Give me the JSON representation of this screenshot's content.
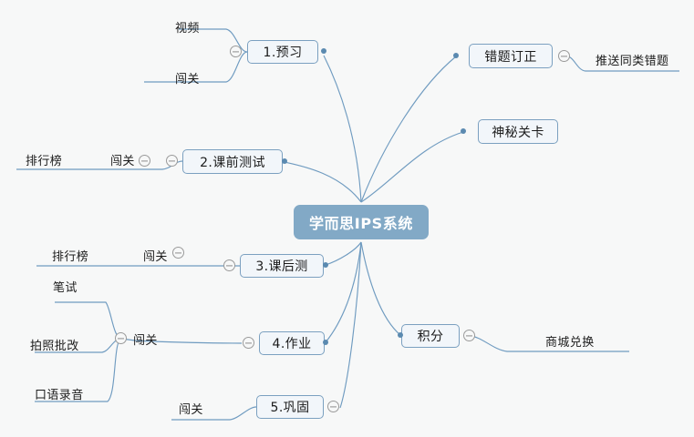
{
  "diagram": {
    "type": "mind-map",
    "background_color": "#f7f8f8",
    "root_fill": "#82a9c6",
    "node_fill": "#f2f6fa",
    "node_border": "#7ba0c0",
    "edge_color": "#6f9bc0",
    "root": {
      "label": "学而思IPS系统"
    },
    "nodes": [
      {
        "id": "yuxi",
        "label": "1.预习"
      },
      {
        "id": "keqian",
        "label": "2.课前测试"
      },
      {
        "id": "kehou",
        "label": "3.课后测"
      },
      {
        "id": "zuoye",
        "label": "4.作业"
      },
      {
        "id": "gonggu",
        "label": "5.巩固"
      },
      {
        "id": "cuoti",
        "label": "错题订正"
      },
      {
        "id": "shenmi",
        "label": "神秘关卡"
      },
      {
        "id": "jifen",
        "label": "积分"
      }
    ],
    "leaves": [
      {
        "id": "shipin",
        "label": "视频"
      },
      {
        "id": "chuangguan1",
        "label": "闯关"
      },
      {
        "id": "chuangguan2",
        "label": "闯关"
      },
      {
        "id": "paihangbang1",
        "label": "排行榜"
      },
      {
        "id": "chuangguan3",
        "label": "闯关"
      },
      {
        "id": "paihangbang2",
        "label": "排行榜"
      },
      {
        "id": "chuangguan4",
        "label": "闯关"
      },
      {
        "id": "bishi",
        "label": "笔试"
      },
      {
        "id": "paizhao",
        "label": "拍照批改"
      },
      {
        "id": "kouyu",
        "label": "口语录音"
      },
      {
        "id": "chuangguan5",
        "label": "闯关"
      },
      {
        "id": "tuisong",
        "label": "推送同类错题"
      },
      {
        "id": "shangcheng",
        "label": "商城兑换"
      }
    ]
  }
}
